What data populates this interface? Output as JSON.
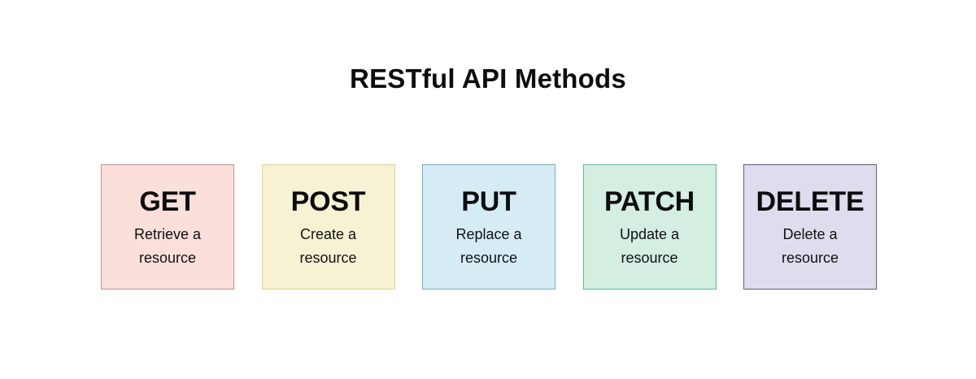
{
  "title": "RESTful API Methods",
  "background_color": "#ffffff",
  "title_color": "#0d0d0d",
  "cards": [
    {
      "method": "GET",
      "description": "Retrieve a resource",
      "fill_color": "#fadfdb",
      "border_color": "#c4908c"
    },
    {
      "method": "POST",
      "description": "Create a resource",
      "fill_color": "#f8f2d4",
      "border_color": "#e0d487"
    },
    {
      "method": "PUT",
      "description": "Replace a resource",
      "fill_color": "#d5ecf5",
      "border_color": "#7aacbf"
    },
    {
      "method": "PATCH",
      "description": "Update a resource",
      "fill_color": "#d4eee1",
      "border_color": "#5cb894"
    },
    {
      "method": "DELETE",
      "description": "Delete a resource",
      "fill_color": "#dedced",
      "border_color": "#5e5b77"
    }
  ]
}
